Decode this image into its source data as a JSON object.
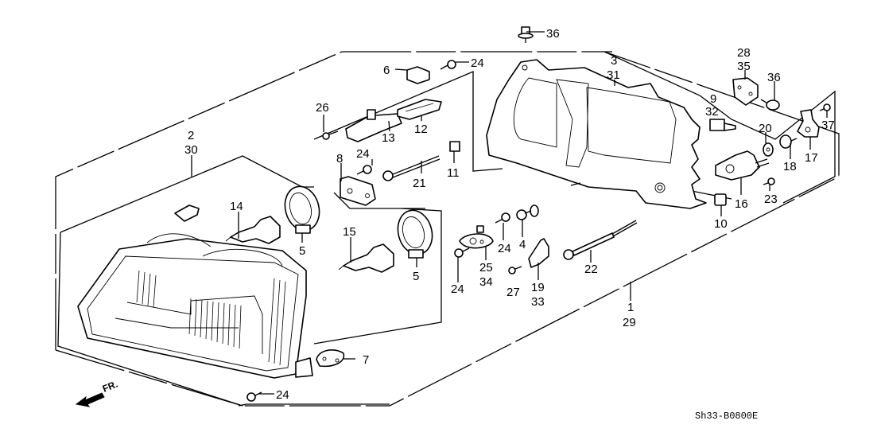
{
  "diagram": {
    "title": "Headlight assembly exploded parts diagram",
    "drawing_code": "Sh33-B0800E",
    "direction_label": "FR.",
    "callouts": [
      {
        "id": "c1",
        "text": "1",
        "sub": "29"
      },
      {
        "id": "c2",
        "text": "2",
        "sub": "30"
      },
      {
        "id": "c3",
        "text": "3",
        "sub": "31"
      },
      {
        "id": "c4",
        "text": "4"
      },
      {
        "id": "c5a",
        "text": "5"
      },
      {
        "id": "c5b",
        "text": "5"
      },
      {
        "id": "c6",
        "text": "6"
      },
      {
        "id": "c7",
        "text": "7"
      },
      {
        "id": "c8",
        "text": "8"
      },
      {
        "id": "c9",
        "text": "9",
        "sub": "32"
      },
      {
        "id": "c10",
        "text": "10"
      },
      {
        "id": "c11",
        "text": "11"
      },
      {
        "id": "c12",
        "text": "12"
      },
      {
        "id": "c13",
        "text": "13"
      },
      {
        "id": "c14",
        "text": "14"
      },
      {
        "id": "c15",
        "text": "15"
      },
      {
        "id": "c16",
        "text": "16"
      },
      {
        "id": "c17",
        "text": "17"
      },
      {
        "id": "c18",
        "text": "18"
      },
      {
        "id": "c19",
        "text": "19",
        "sub": "33"
      },
      {
        "id": "c20",
        "text": "20"
      },
      {
        "id": "c21",
        "text": "21"
      },
      {
        "id": "c22",
        "text": "22"
      },
      {
        "id": "c23",
        "text": "23"
      },
      {
        "id": "c24a",
        "text": "24"
      },
      {
        "id": "c24b",
        "text": "24"
      },
      {
        "id": "c24c",
        "text": "24"
      },
      {
        "id": "c24d",
        "text": "24"
      },
      {
        "id": "c24e",
        "text": "24"
      },
      {
        "id": "c25",
        "text": "25",
        "sub": "34"
      },
      {
        "id": "c26",
        "text": "26"
      },
      {
        "id": "c27",
        "text": "27"
      },
      {
        "id": "c28",
        "text": "28",
        "sub": "35"
      },
      {
        "id": "c36a",
        "text": "36"
      },
      {
        "id": "c36b",
        "text": "36"
      },
      {
        "id": "c37",
        "text": "37"
      }
    ]
  }
}
